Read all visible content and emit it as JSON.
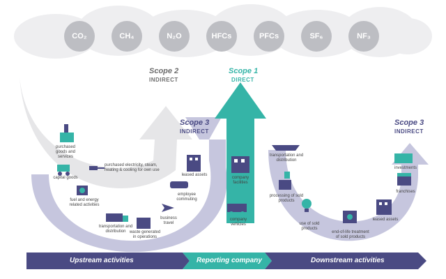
{
  "gases": [
    "CO₂",
    "CH₄",
    "N₂O",
    "HFCs",
    "PFCs",
    "SF₆",
    "NF₃"
  ],
  "scopes": {
    "scope2": {
      "title": "Scope 2",
      "sub": "INDIRECT"
    },
    "scope1": {
      "title": "Scope 1",
      "sub": "DIRECT"
    },
    "scope3_up": {
      "title": "Scope 3",
      "sub": "INDIRECT"
    },
    "scope3_down": {
      "title": "Scope 3",
      "sub": "INDIRECT"
    }
  },
  "upstream": {
    "purchased_goods": "purchased goods and services",
    "capital_goods": "capital goods",
    "fuel_energy": "fuel and energy related activities",
    "transport_dist": "transportation and distribution",
    "waste": "waste generated in operations",
    "business_travel": "business travel",
    "employee_commuting": "employee commuting",
    "leased_assets": "leased assets",
    "purchased_electricity": "purchased electricity, steam, heating & cooling for own use"
  },
  "reporting": {
    "facilities": "company facilities",
    "vehicles": "company vehicles"
  },
  "downstream": {
    "transport_dist": "transportation and distribution",
    "processing": "processing of sold products",
    "use": "use of sold products",
    "end_of_life": "end-of-life treatment of sold products",
    "leased_assets": "leased assets",
    "franchises": "franchises",
    "investments": "investments"
  },
  "bar": {
    "upstream": "Upstream activities",
    "reporting": "Reporting company",
    "downstream": "Downstream activities"
  },
  "colors": {
    "teal": "#35b4a7",
    "purple": "#4a4a83",
    "lavender": "#c6c6de",
    "gray": "#bdbec3"
  }
}
